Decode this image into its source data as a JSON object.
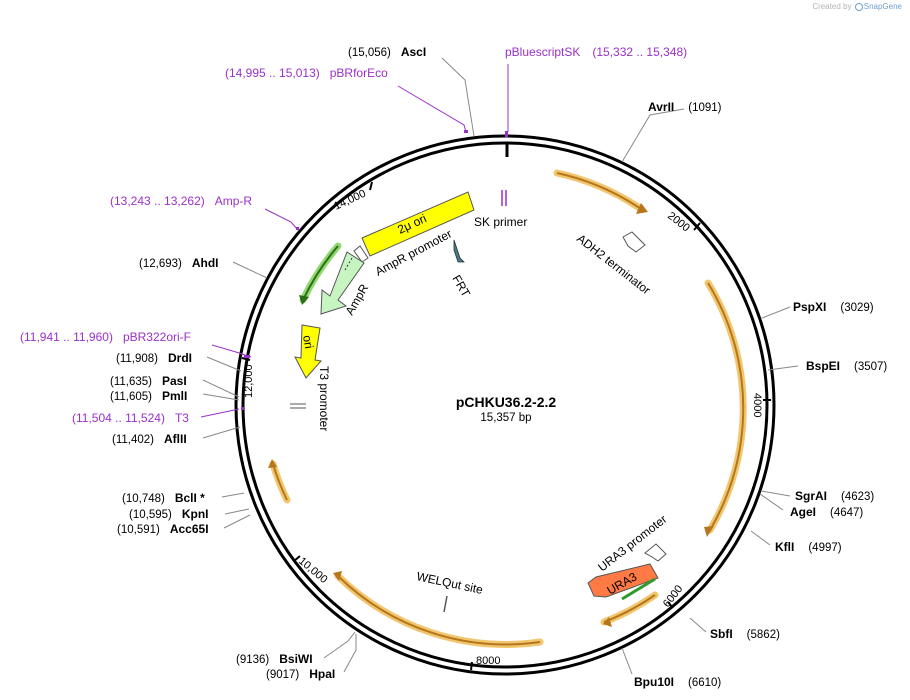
{
  "credit": {
    "prefix": "Created by",
    "brand": "SnapGene"
  },
  "plasmid": {
    "name": "pCHKU36.2-2.2",
    "length_label": "15,357 bp"
  },
  "ticks": [
    "14,000",
    "2000",
    "4000",
    "6000",
    "8000",
    "10,000",
    "12,000"
  ],
  "enzymes": [
    {
      "id": "asci",
      "name": "AscI",
      "pos": "(15,056)"
    },
    {
      "id": "avrii",
      "name": "AvrII",
      "pos": "(1091)"
    },
    {
      "id": "pspxi",
      "name": "PspXI",
      "pos": "(3029)"
    },
    {
      "id": "bspei",
      "name": "BspEI",
      "pos": "(3507)"
    },
    {
      "id": "sgrai",
      "name": "SgrAI",
      "pos": "(4623)"
    },
    {
      "id": "agei",
      "name": "AgeI",
      "pos": "(4647)"
    },
    {
      "id": "kfli",
      "name": "KflI",
      "pos": "(4997)"
    },
    {
      "id": "sbfi",
      "name": "SbfI",
      "pos": "(5862)"
    },
    {
      "id": "bpu10i",
      "name": "Bpu10I",
      "pos": "(6610)"
    },
    {
      "id": "bsiwi",
      "name": "BsiWI",
      "pos": "(9136)"
    },
    {
      "id": "hpai",
      "name": "HpaI",
      "pos": "(9017)"
    },
    {
      "id": "bcli",
      "name": "BclI *",
      "pos": "(10,748)"
    },
    {
      "id": "kpni",
      "name": "KpnI",
      "pos": "(10,595)"
    },
    {
      "id": "acc65i",
      "name": "Acc65I",
      "pos": "(10,591)"
    },
    {
      "id": "aflii",
      "name": "AflII",
      "pos": "(11,402)"
    },
    {
      "id": "pmli",
      "name": "PmlI",
      "pos": "(11,605)"
    },
    {
      "id": "pasi",
      "name": "PasI",
      "pos": "(11,635)"
    },
    {
      "id": "drdi",
      "name": "DrdI",
      "pos": "(11,908)"
    },
    {
      "id": "ahdi",
      "name": "AhdI",
      "pos": "(12,693)"
    }
  ],
  "primers": [
    {
      "id": "pbluescriptsk",
      "name": "pBluescriptSK",
      "range": "(15,332 .. 15,348)"
    },
    {
      "id": "pbrforeco",
      "name": "pBRforEco",
      "range": "(14,995 .. 15,013)"
    },
    {
      "id": "amp-r",
      "name": "Amp-R",
      "range": "(13,243 .. 13,262)"
    },
    {
      "id": "pbr322ori-f",
      "name": "pBR322ori-F",
      "range": "(11,941 .. 11,960)"
    },
    {
      "id": "t3",
      "name": "T3",
      "range": "(11,504 .. 11,524)"
    }
  ],
  "features": {
    "two_micron_ori": "2μ ori",
    "sk_primer": "SK primer",
    "ampr_promoter": "AmpR promoter",
    "ampr": "AmpR",
    "frt": "FRT",
    "adh2_terminator": "ADH2 terminator",
    "ori": "ori",
    "t3_promoter": "T3 promoter",
    "ura3_promoter": "URA3 promoter",
    "ura3": "URA3",
    "welqut_site": "WELQut site"
  },
  "colors": {
    "backbone": "#000000",
    "orf_stroke": "#f2c66e",
    "orf_fill": "#b5761c",
    "green_arrow": "#2e9a2e",
    "two_micron_ori": "#ffff00",
    "ampr": "#c7f5c2",
    "ura3": "#ff7a45",
    "frt": "#4a7b86",
    "primer": "#9b30c8",
    "ticks_muted": "#b0b4b8",
    "brand": "#6f9fc9"
  }
}
